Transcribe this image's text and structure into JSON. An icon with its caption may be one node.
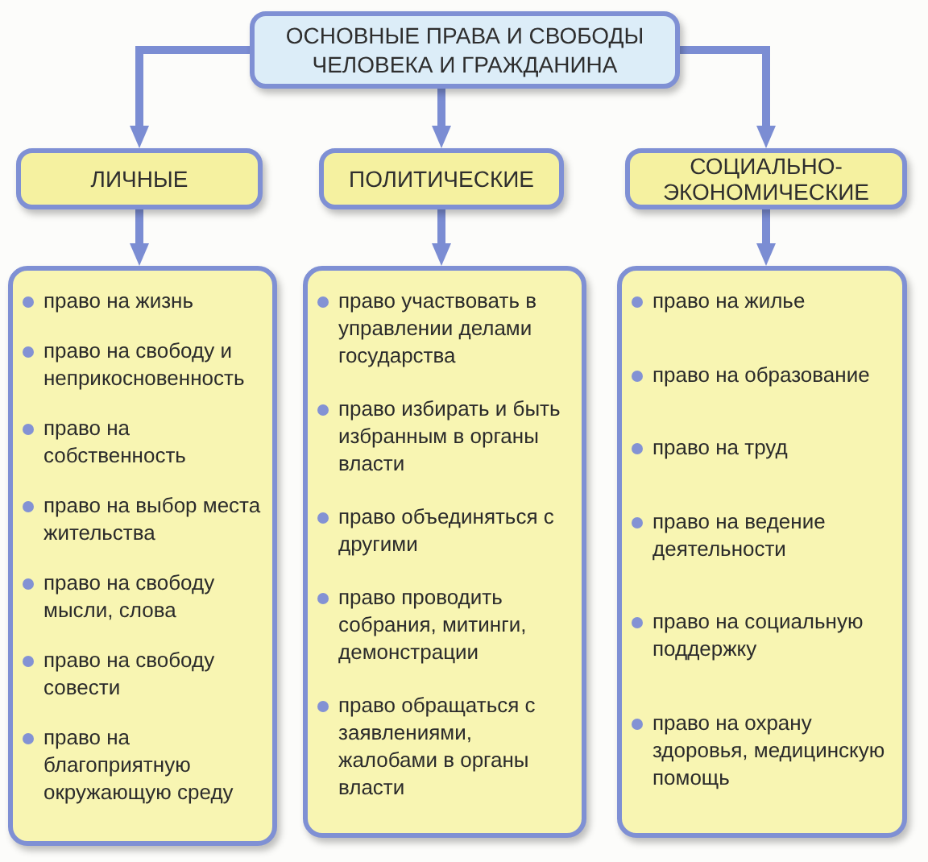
{
  "diagram": {
    "nodes": [
      {
        "text": [
          "ОСНОВНЫЕ ПРАВА И СВОБОДЫ ЧЕЛОВЕКА И ГРАЖДАНИНА"
        ]
      },
      {
        "text": [
          "ЛИЧНЫЕ"
        ]
      },
      {
        "text": [
          "ПОЛИТИЧЕСКИЕ"
        ]
      },
      {
        "text": [
          "СОЦИАЛЬНО-ЭКОНОМИЧЕСКИЕ"
        ]
      },
      {
        "text": [
          "право на жизнь",
          "право на свободу и неприкосновенность",
          "право на собственность",
          "право на выбор места жительства",
          "право на свободу мысли, слова",
          "право на свободу совести",
          "право на благоприятную окружающую среду"
        ]
      },
      {
        "text": [
          "право участвовать в управлении делами государства",
          "право избирать и быть избранным в органы власти",
          "право объединяться с другими",
          "право проводить собрания, митинги, демонстрации",
          "право обращаться с заявлениями, жалобами в органы власти"
        ]
      },
      {
        "text": [
          "право на жилье",
          "право на образование",
          "право на труд",
          "право на ведение деятельности",
          "право на социальную поддержку",
          "право на охрану здоровья, медицинскую помощь"
        ]
      }
    ],
    "edges": [
      {
        "from": 0,
        "to": 1,
        "arrow": "to"
      },
      {
        "from": 0,
        "to": 2,
        "arrow": "to"
      },
      {
        "from": 0,
        "to": 3,
        "arrow": "to"
      },
      {
        "from": 1,
        "to": 4,
        "arrow": "to"
      },
      {
        "from": 2,
        "to": 5,
        "arrow": "to"
      },
      {
        "from": 3,
        "to": 6,
        "arrow": "to"
      }
    ]
  }
}
